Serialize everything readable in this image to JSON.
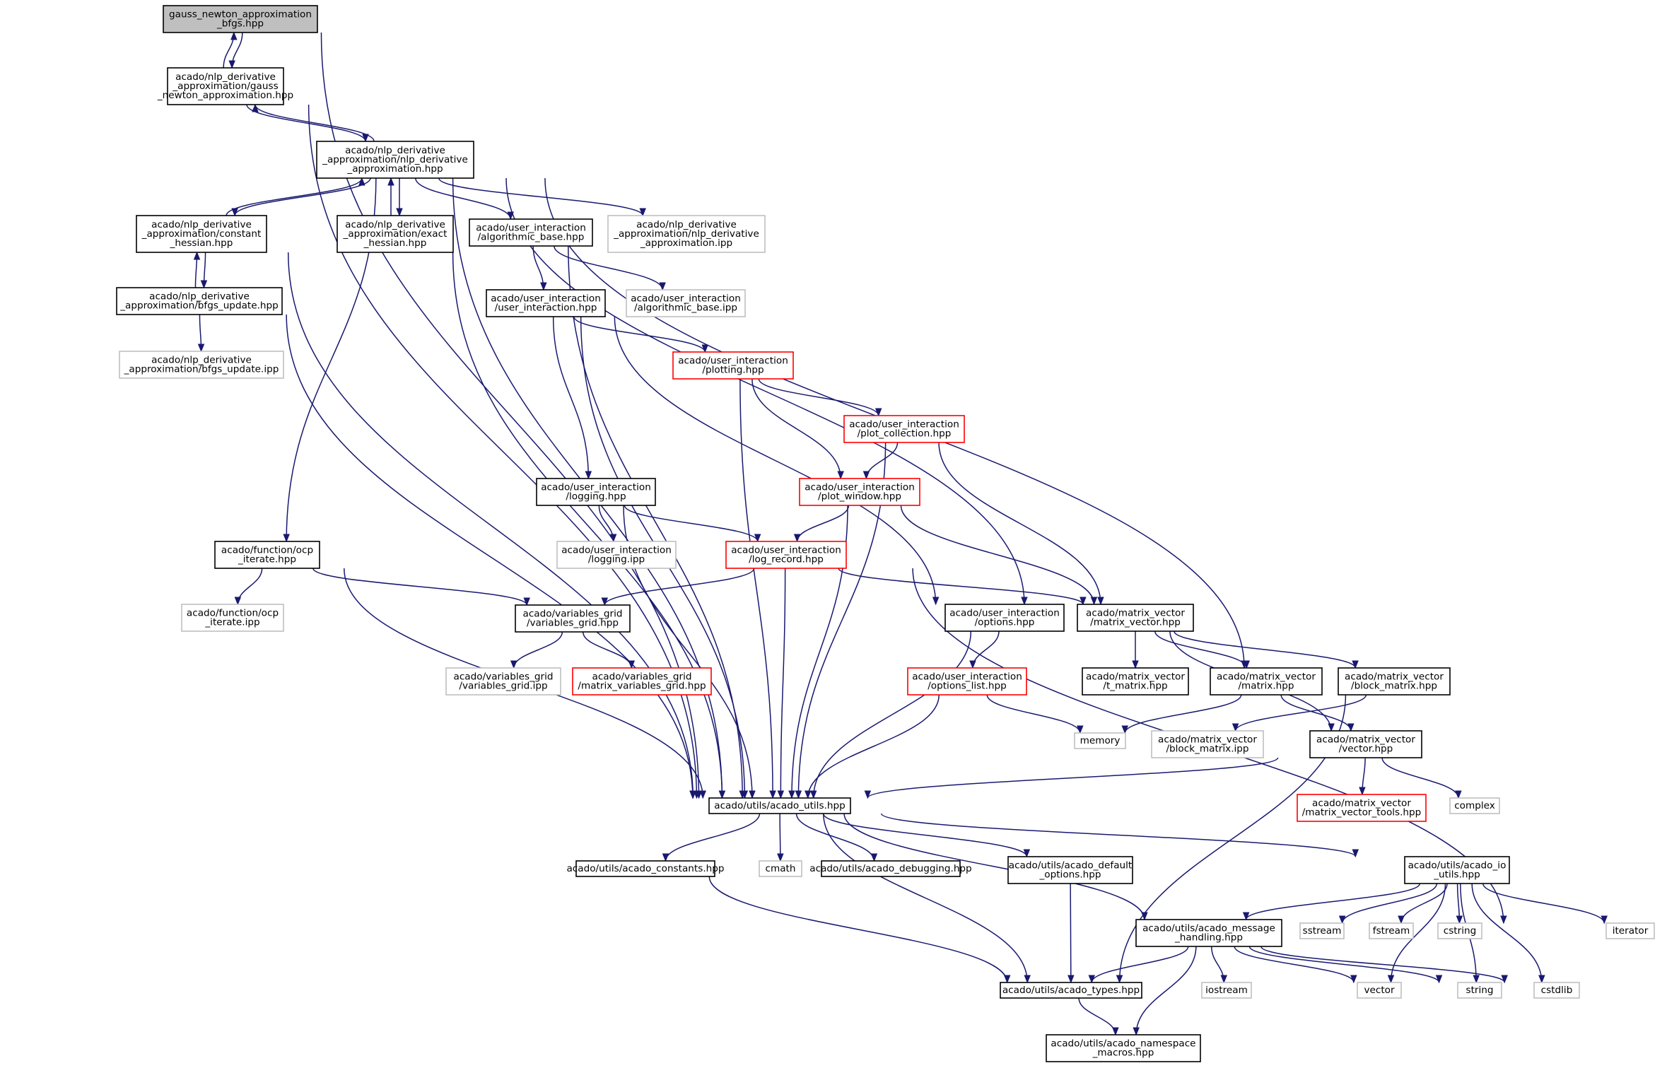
{
  "colors": {
    "edge": "#191970",
    "border_normal": "#000000",
    "border_external": "#bfbfbf",
    "border_incomplete": "#ff0000",
    "root_fill": "#bfbfbf",
    "fill": "#ffffff"
  },
  "nodes": [
    {
      "id": "root",
      "lines": [
        "gauss_newton_approximation",
        "_bfgs.hpp"
      ],
      "style": "root"
    },
    {
      "id": "gna",
      "lines": [
        "acado/nlp_derivative",
        "_approximation/gauss",
        "_newton_approximation.hpp"
      ],
      "style": "normal"
    },
    {
      "id": "nda",
      "lines": [
        "acado/nlp_derivative",
        "_approximation/nlp_derivative",
        "_approximation.hpp"
      ],
      "style": "normal"
    },
    {
      "id": "ch",
      "lines": [
        "acado/nlp_derivative",
        "_approximation/constant",
        "_hessian.hpp"
      ],
      "style": "normal"
    },
    {
      "id": "eh",
      "lines": [
        "acado/nlp_derivative",
        "_approximation/exact",
        "_hessian.hpp"
      ],
      "style": "normal"
    },
    {
      "id": "ab",
      "lines": [
        "acado/user_interaction",
        "/algorithmic_base.hpp"
      ],
      "style": "normal"
    },
    {
      "id": "ndaipp",
      "lines": [
        "acado/nlp_derivative",
        "_approximation/nlp_derivative",
        "_approximation.ipp"
      ],
      "style": "external"
    },
    {
      "id": "bfgs",
      "lines": [
        "acado/nlp_derivative",
        "_approximation/bfgs_update.hpp"
      ],
      "style": "normal"
    },
    {
      "id": "ui",
      "lines": [
        "acado/user_interaction",
        "/user_interaction.hpp"
      ],
      "style": "normal"
    },
    {
      "id": "abipp",
      "lines": [
        "acado/user_interaction",
        "/algorithmic_base.ipp"
      ],
      "style": "external"
    },
    {
      "id": "bfgsipp",
      "lines": [
        "acado/nlp_derivative",
        "_approximation/bfgs_update.ipp"
      ],
      "style": "external"
    },
    {
      "id": "plot",
      "lines": [
        "acado/user_interaction",
        "/plotting.hpp"
      ],
      "style": "incomplete"
    },
    {
      "id": "plotcoll",
      "lines": [
        "acado/user_interaction",
        "/plot_collection.hpp"
      ],
      "style": "incomplete"
    },
    {
      "id": "logging",
      "lines": [
        "acado/user_interaction",
        "/logging.hpp"
      ],
      "style": "normal"
    },
    {
      "id": "plotwin",
      "lines": [
        "acado/user_interaction",
        "/plot_window.hpp"
      ],
      "style": "incomplete"
    },
    {
      "id": "ocp",
      "lines": [
        "acado/function/ocp",
        "_iterate.hpp"
      ],
      "style": "normal"
    },
    {
      "id": "loggingipp",
      "lines": [
        "acado/user_interaction",
        "/logging.ipp"
      ],
      "style": "external"
    },
    {
      "id": "logrec",
      "lines": [
        "acado/user_interaction",
        "/log_record.hpp"
      ],
      "style": "incomplete"
    },
    {
      "id": "ocpipp",
      "lines": [
        "acado/function/ocp",
        "_iterate.ipp"
      ],
      "style": "external"
    },
    {
      "id": "vg",
      "lines": [
        "acado/variables_grid",
        "/variables_grid.hpp"
      ],
      "style": "normal"
    },
    {
      "id": "opts",
      "lines": [
        "acado/user_interaction",
        "/options.hpp"
      ],
      "style": "normal"
    },
    {
      "id": "mv",
      "lines": [
        "acado/matrix_vector",
        "/matrix_vector.hpp"
      ],
      "style": "normal"
    },
    {
      "id": "vgipp",
      "lines": [
        "acado/variables_grid",
        "/variables_grid.ipp"
      ],
      "style": "external"
    },
    {
      "id": "mvg",
      "lines": [
        "acado/variables_grid",
        "/matrix_variables_grid.hpp"
      ],
      "style": "incomplete"
    },
    {
      "id": "optlist",
      "lines": [
        "acado/user_interaction",
        "/options_list.hpp"
      ],
      "style": "incomplete"
    },
    {
      "id": "tmat",
      "lines": [
        "acado/matrix_vector",
        "/t_matrix.hpp"
      ],
      "style": "normal"
    },
    {
      "id": "mat",
      "lines": [
        "acado/matrix_vector",
        "/matrix.hpp"
      ],
      "style": "normal"
    },
    {
      "id": "bm",
      "lines": [
        "acado/matrix_vector",
        "/block_matrix.hpp"
      ],
      "style": "normal"
    },
    {
      "id": "memory",
      "lines": [
        "memory"
      ],
      "style": "external"
    },
    {
      "id": "bmipp",
      "lines": [
        "acado/matrix_vector",
        "/block_matrix.ipp"
      ],
      "style": "external"
    },
    {
      "id": "vec",
      "lines": [
        "acado/matrix_vector",
        "/vector.hpp"
      ],
      "style": "normal"
    },
    {
      "id": "utils",
      "lines": [
        "acado/utils/acado_utils.hpp"
      ],
      "style": "normal"
    },
    {
      "id": "mvt",
      "lines": [
        "acado/matrix_vector",
        "/matrix_vector_tools.hpp"
      ],
      "style": "incomplete"
    },
    {
      "id": "complex",
      "lines": [
        "complex"
      ],
      "style": "external"
    },
    {
      "id": "consts",
      "lines": [
        "acado/utils/acado_constants.hpp"
      ],
      "style": "normal"
    },
    {
      "id": "cmath",
      "lines": [
        "cmath"
      ],
      "style": "external"
    },
    {
      "id": "debug",
      "lines": [
        "acado/utils/acado_debugging.hpp"
      ],
      "style": "normal"
    },
    {
      "id": "defopt",
      "lines": [
        "acado/utils/acado_default",
        "_options.hpp"
      ],
      "style": "normal"
    },
    {
      "id": "ioutils",
      "lines": [
        "acado/utils/acado_io",
        "_utils.hpp"
      ],
      "style": "normal"
    },
    {
      "id": "msg",
      "lines": [
        "acado/utils/acado_message",
        "_handling.hpp"
      ],
      "style": "normal"
    },
    {
      "id": "sstream",
      "lines": [
        "sstream"
      ],
      "style": "external"
    },
    {
      "id": "fstream",
      "lines": [
        "fstream"
      ],
      "style": "external"
    },
    {
      "id": "cstring",
      "lines": [
        "cstring"
      ],
      "style": "external"
    },
    {
      "id": "iterator",
      "lines": [
        "iterator"
      ],
      "style": "external"
    },
    {
      "id": "types",
      "lines": [
        "acado/utils/acado_types.hpp"
      ],
      "style": "normal"
    },
    {
      "id": "iostream",
      "lines": [
        "iostream"
      ],
      "style": "external"
    },
    {
      "id": "vector",
      "lines": [
        "vector"
      ],
      "style": "external"
    },
    {
      "id": "string",
      "lines": [
        "string"
      ],
      "style": "external"
    },
    {
      "id": "cstdlib",
      "lines": [
        "cstdlib"
      ],
      "style": "external"
    },
    {
      "id": "ns",
      "lines": [
        "acado/utils/acado_namespace",
        "_macros.hpp"
      ],
      "style": "normal"
    }
  ],
  "edges": [
    [
      "root",
      "gna"
    ],
    [
      "gna",
      "root"
    ],
    [
      "root",
      "utils"
    ],
    [
      "gna",
      "nda"
    ],
    [
      "nda",
      "gna"
    ],
    [
      "gna",
      "utils"
    ],
    [
      "nda",
      "ch"
    ],
    [
      "ch",
      "nda"
    ],
    [
      "nda",
      "eh"
    ],
    [
      "eh",
      "nda"
    ],
    [
      "nda",
      "ab"
    ],
    [
      "nda",
      "ndaipp"
    ],
    [
      "nda",
      "ocp"
    ],
    [
      "nda",
      "mv"
    ],
    [
      "nda",
      "bm"
    ],
    [
      "nda",
      "utils"
    ],
    [
      "ch",
      "bfgs"
    ],
    [
      "bfgs",
      "ch"
    ],
    [
      "ch",
      "utils"
    ],
    [
      "bfgs",
      "bfgsipp"
    ],
    [
      "bfgs",
      "utils"
    ],
    [
      "eh",
      "utils"
    ],
    [
      "ab",
      "ui"
    ],
    [
      "ab",
      "abipp"
    ],
    [
      "ab",
      "utils"
    ],
    [
      "ui",
      "plot"
    ],
    [
      "ui",
      "logging"
    ],
    [
      "ui",
      "opts"
    ],
    [
      "ui",
      "utils"
    ],
    [
      "plot",
      "plotcoll"
    ],
    [
      "plot",
      "plotwin"
    ],
    [
      "plot",
      "utils"
    ],
    [
      "plotcoll",
      "plotwin"
    ],
    [
      "plotcoll",
      "mv"
    ],
    [
      "plotcoll",
      "utils"
    ],
    [
      "plotwin",
      "logrec"
    ],
    [
      "plotwin",
      "mv"
    ],
    [
      "plotwin",
      "utils"
    ],
    [
      "logging",
      "loggingipp"
    ],
    [
      "logging",
      "logrec"
    ],
    [
      "logging",
      "utils"
    ],
    [
      "logrec",
      "vg"
    ],
    [
      "logrec",
      "mv"
    ],
    [
      "logrec",
      "iterator"
    ],
    [
      "logrec",
      "utils"
    ],
    [
      "ocp",
      "ocpipp"
    ],
    [
      "ocp",
      "vg"
    ],
    [
      "ocp",
      "utils"
    ],
    [
      "vg",
      "vgipp"
    ],
    [
      "vg",
      "mvg"
    ],
    [
      "opts",
      "optlist"
    ],
    [
      "opts",
      "utils"
    ],
    [
      "optlist",
      "memory"
    ],
    [
      "optlist",
      "utils"
    ],
    [
      "mv",
      "tmat"
    ],
    [
      "mv",
      "mat"
    ],
    [
      "mv",
      "bm"
    ],
    [
      "mv",
      "vec"
    ],
    [
      "mat",
      "memory"
    ],
    [
      "mat",
      "vec"
    ],
    [
      "bm",
      "bmipp"
    ],
    [
      "bm",
      "types"
    ],
    [
      "vec",
      "utils"
    ],
    [
      "vec",
      "mvt"
    ],
    [
      "vec",
      "complex"
    ],
    [
      "utils",
      "consts"
    ],
    [
      "utils",
      "cmath"
    ],
    [
      "utils",
      "debug"
    ],
    [
      "utils",
      "defopt"
    ],
    [
      "utils",
      "ioutils"
    ],
    [
      "utils",
      "msg"
    ],
    [
      "utils",
      "types"
    ],
    [
      "consts",
      "types"
    ],
    [
      "defopt",
      "types"
    ],
    [
      "ioutils",
      "msg"
    ],
    [
      "ioutils",
      "sstream"
    ],
    [
      "ioutils",
      "fstream"
    ],
    [
      "ioutils",
      "cstring"
    ],
    [
      "ioutils",
      "iterator"
    ],
    [
      "ioutils",
      "vector"
    ],
    [
      "ioutils",
      "string"
    ],
    [
      "ioutils",
      "cstdlib"
    ],
    [
      "msg",
      "types"
    ],
    [
      "msg",
      "iostream"
    ],
    [
      "msg",
      "vector"
    ],
    [
      "msg",
      "string"
    ],
    [
      "msg",
      "cstdlib"
    ],
    [
      "msg",
      "ns"
    ],
    [
      "types",
      "ns"
    ]
  ]
}
